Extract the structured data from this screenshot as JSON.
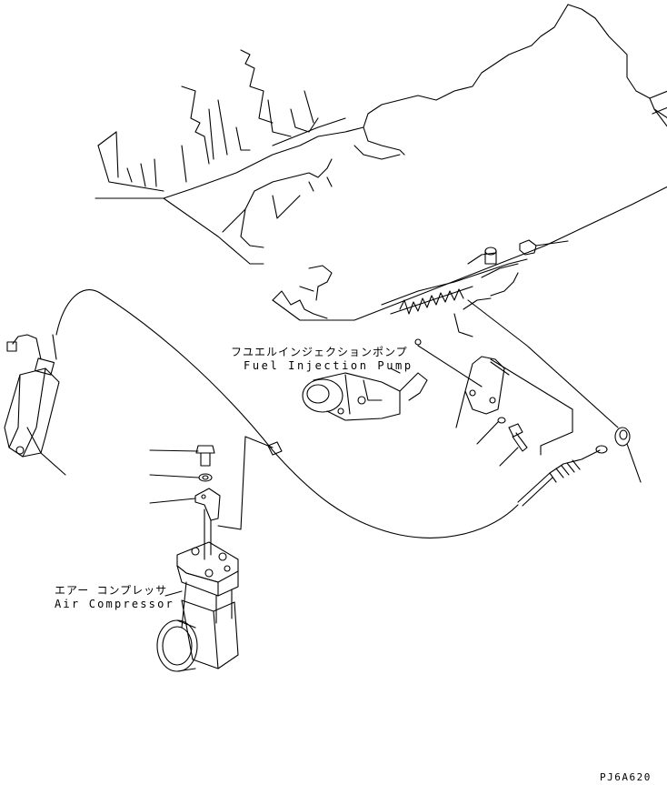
{
  "labels": {
    "fuel_pump_jp": "フユエルインジェクションポンプ",
    "fuel_pump_en": "Fuel Injection Pump",
    "air_comp_jp": "エアー コンプレッサ",
    "air_comp_en": "Air Compressor",
    "drawing_code": "PJ6A620"
  },
  "colors": {
    "ink": "#000000",
    "paper": "#ffffff"
  }
}
